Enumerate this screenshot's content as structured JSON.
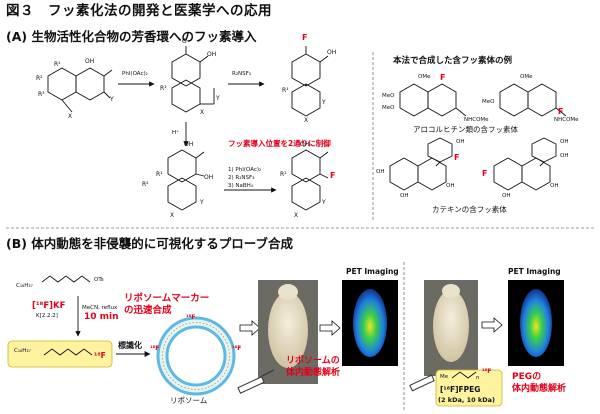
{
  "figure": {
    "title": "図３　フッ素化法の開発と医薬学への応用"
  },
  "section_a": {
    "title": "(A) 生物活性化合物の芳香環へのフッ素導入",
    "reagent_oxidation": "PhI(OAc)₂",
    "reagent_fluorination": "R₂NSF₃",
    "acid": "H⁺",
    "control_note": "フッ素導入位置を2通りに制御",
    "steps": [
      "1) PhI(OAc)₂",
      "2) R₂NSF₃",
      "3) NaBH₄"
    ],
    "examples_title": "本法で合成した含フッ素体の例",
    "colchicine_caption": "アロコルヒチン類の含フッ素体",
    "catechin_caption": "カテキンの含フッ素体",
    "atom_labels": {
      "oh": "OH",
      "o": "O",
      "f": "F",
      "r1": "R¹",
      "r2": "R²",
      "r3": "R³",
      "x": "X",
      "y": "Y",
      "ome": "OMe",
      "meo": "MeO",
      "nhcome": "NHCOMe"
    }
  },
  "section_b": {
    "title": "(B) 体内動態を非侵襲的に可視化するプローブ合成",
    "precursor": "C₁₈H₃₇",
    "leaving_group": "OTs",
    "reagent": "[¹⁸F]KF",
    "catalyst": "K[2.2.2]",
    "conditions": "MeCN, reflux",
    "time": "10 min",
    "rapid_note_line1": "リポソームマーカー",
    "rapid_note_line2": "の迅速合成",
    "product": "C₁₈H₃₇",
    "product_f": "¹⁸F",
    "labeling": "標識化",
    "liposome": "リポソーム",
    "f18": "¹⁸F",
    "pet_label_1": "PET Imaging",
    "pet_label_2": "PET Imaging",
    "liposome_analysis_line1": "リポソームの",
    "liposome_analysis_line2": "体内動態解析",
    "peg_me": "Me",
    "peg_n": "n",
    "peg_name": "[¹⁸F]FPEG",
    "peg_size": "(2 kDa, 10 kDa)",
    "peg_analysis_line1": "PEGの",
    "peg_analysis_line2": "体内動態解析"
  },
  "colors": {
    "accent_red": "#e4001b",
    "highlight_yellow": "#fff3a0",
    "pet_blue": "#1233a8",
    "pet_green": "#3bd04a",
    "pet_yellow": "#f3e41e"
  }
}
